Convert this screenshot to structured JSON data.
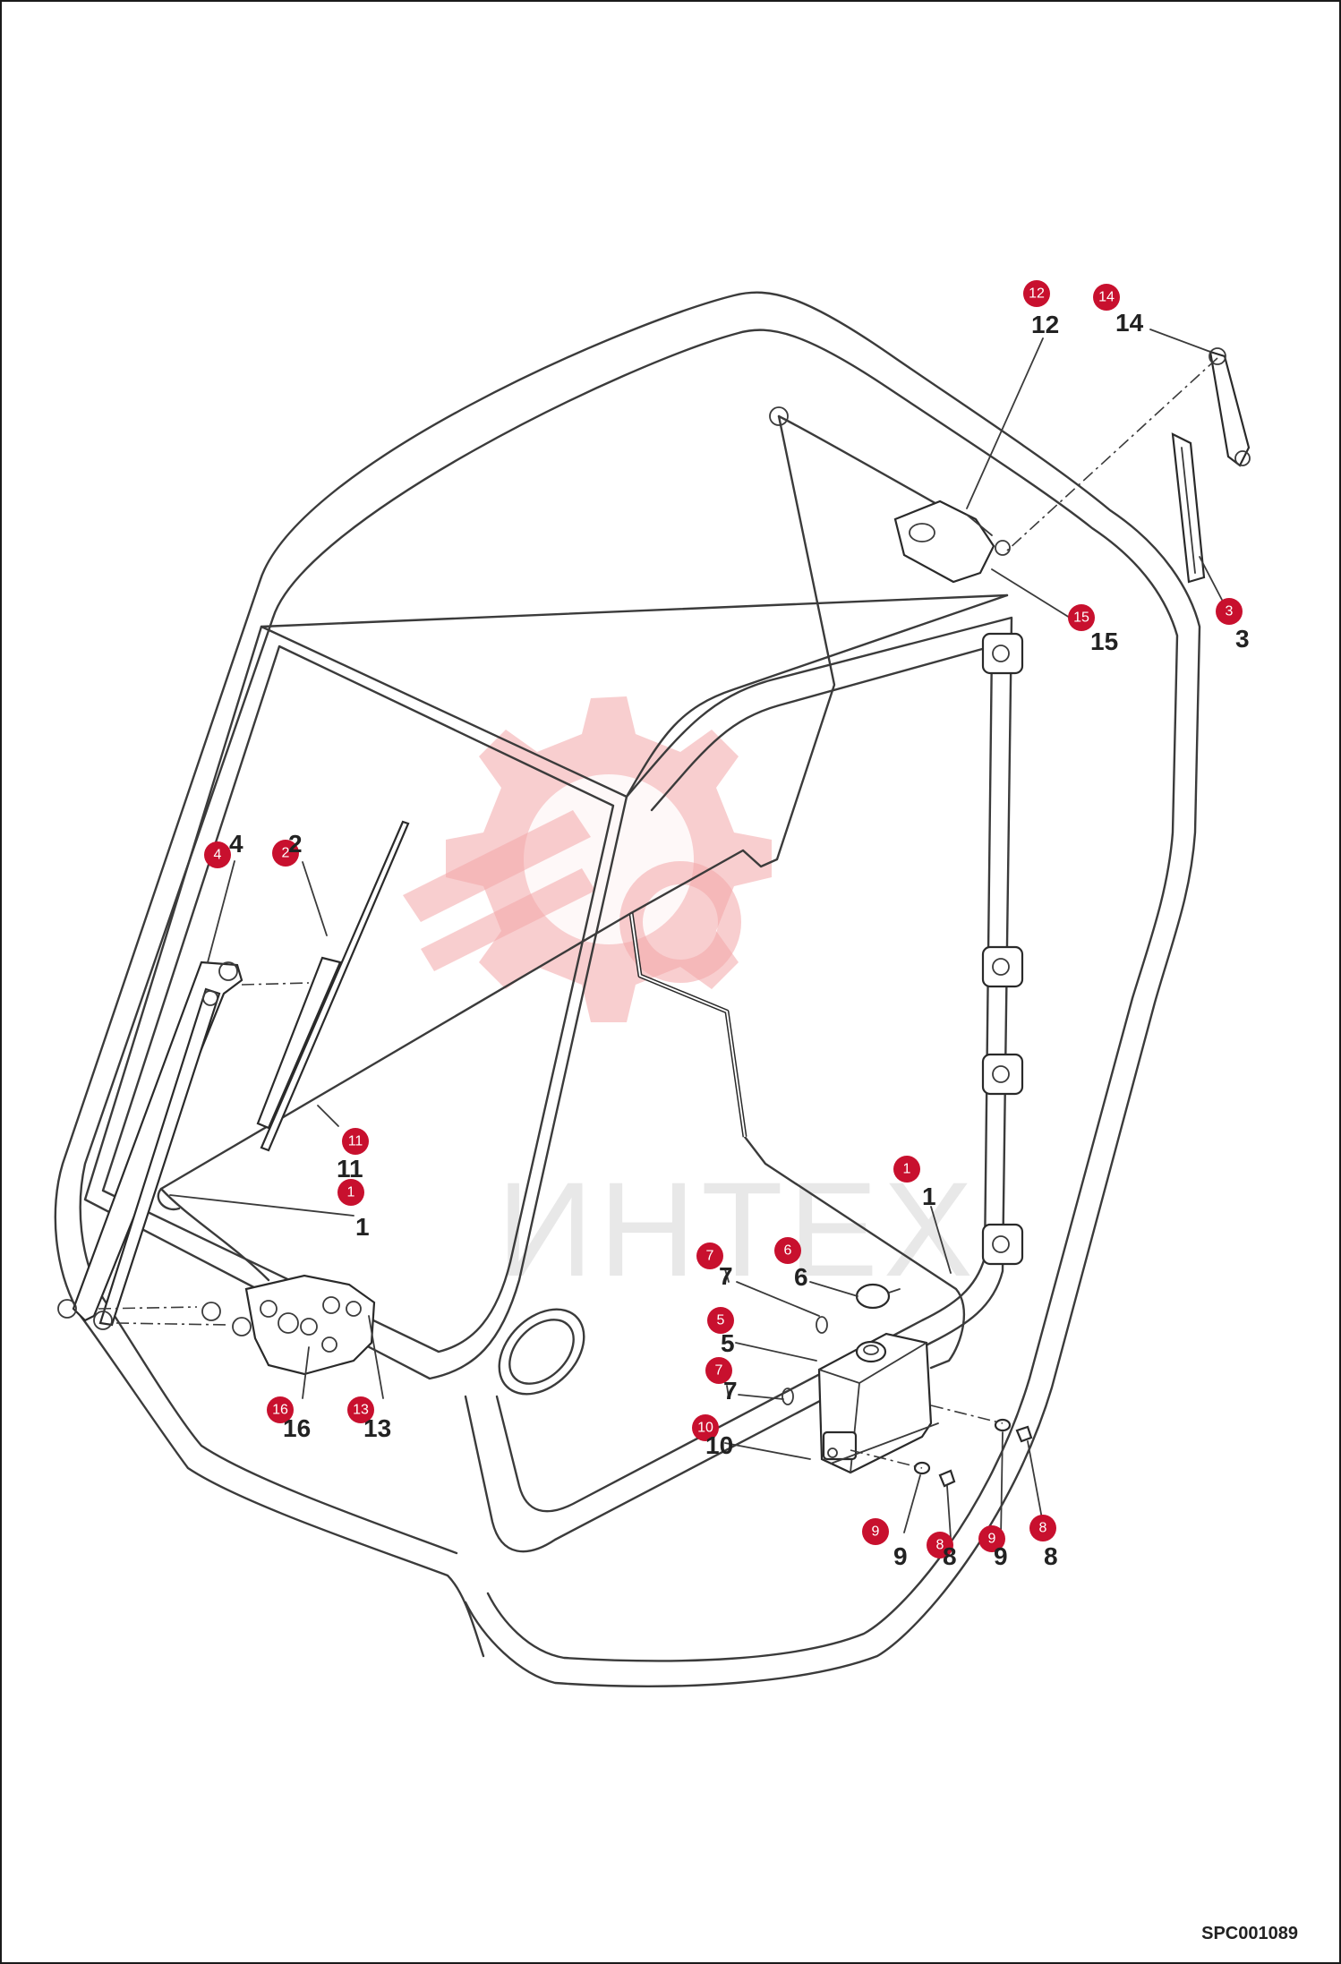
{
  "drawing": {
    "code": "SPC001089",
    "watermark_text": "ИНТЕХ",
    "accent_color": "#c8102e"
  },
  "callouts": [
    {
      "id": "12",
      "label": "12",
      "badge": "12"
    },
    {
      "id": "14",
      "label": "14",
      "badge": "14"
    },
    {
      "id": "15",
      "label": "15",
      "badge": "15"
    },
    {
      "id": "3",
      "label": "3",
      "badge": "3"
    },
    {
      "id": "4",
      "label": "4",
      "badge": "4"
    },
    {
      "id": "2",
      "label": "2",
      "badge": "2"
    },
    {
      "id": "11",
      "label": "11",
      "badge": "11"
    },
    {
      "id": "1a",
      "label": "1",
      "badge": "1"
    },
    {
      "id": "1b",
      "label": "1",
      "badge": "1"
    },
    {
      "id": "7a",
      "label": "7",
      "badge": "7"
    },
    {
      "id": "6",
      "label": "6",
      "badge": "6"
    },
    {
      "id": "5",
      "label": "5",
      "badge": "5"
    },
    {
      "id": "7b",
      "label": "7",
      "badge": "7"
    },
    {
      "id": "10",
      "label": "10",
      "badge": "10"
    },
    {
      "id": "16",
      "label": "16",
      "badge": "16"
    },
    {
      "id": "13",
      "label": "13",
      "badge": "13"
    },
    {
      "id": "9a",
      "label": "9",
      "badge": "9"
    },
    {
      "id": "8a",
      "label": "8",
      "badge": "8"
    },
    {
      "id": "9b",
      "label": "9",
      "badge": "9"
    },
    {
      "id": "8b",
      "label": "8",
      "badge": "8"
    }
  ]
}
